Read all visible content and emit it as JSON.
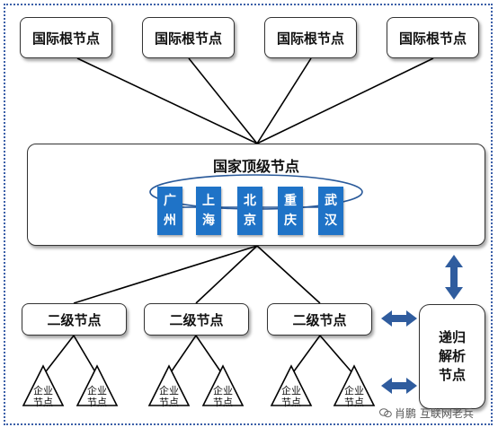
{
  "diagram": {
    "root_nodes": [
      {
        "label": "国际根节点"
      },
      {
        "label": "国际根节点"
      },
      {
        "label": "国际根节点"
      },
      {
        "label": "国际根节点"
      }
    ],
    "national": {
      "title": "国家顶级节点",
      "cities": [
        {
          "line1": "广",
          "line2": "州"
        },
        {
          "line1": "上",
          "line2": "海"
        },
        {
          "line1": "北",
          "line2": "京"
        },
        {
          "line1": "重",
          "line2": "庆"
        },
        {
          "line1": "武",
          "line2": "汉"
        }
      ]
    },
    "second_level": [
      {
        "label": "二级节点"
      },
      {
        "label": "二级节点"
      },
      {
        "label": "二级节点"
      }
    ],
    "enterprise_node": {
      "line1": "企业",
      "line2": "节点"
    },
    "recursive": {
      "line1": "递归",
      "line2": "解析",
      "line3": "节点"
    },
    "colors": {
      "city_fill": "#1f73c7",
      "arrow": "#2f5c9e",
      "frame": "#3b5fa8"
    }
  },
  "watermark": {
    "text": "肖鹏 互联网老兵",
    "icon": "wechat-icon"
  }
}
